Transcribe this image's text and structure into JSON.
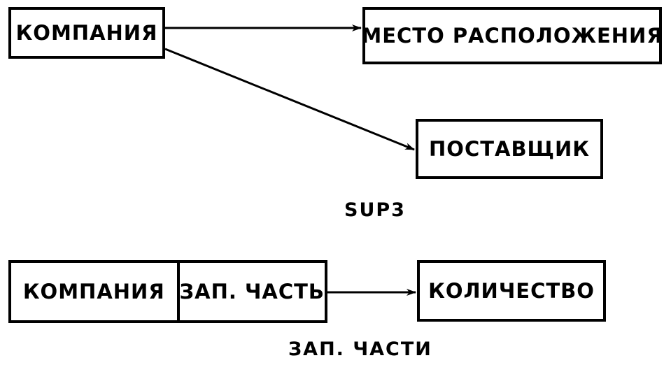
{
  "diagram_top": {
    "source_label": "КОМПАНИЯ",
    "target_1_label": "МЕСТО РАСПОЛОЖЕНИЯ",
    "target_2_label": "ПОСТАВЩИК",
    "caption": "SUP3"
  },
  "diagram_bottom": {
    "key_part_1_label": "КОМПАНИЯ",
    "key_part_2_label": "ЗАП. ЧАСТЬ",
    "target_label": "КОЛИЧЕСТВО",
    "caption": "ЗАП. ЧАСТИ"
  },
  "colors": {
    "stroke": "#000000",
    "background": "#ffffff"
  }
}
